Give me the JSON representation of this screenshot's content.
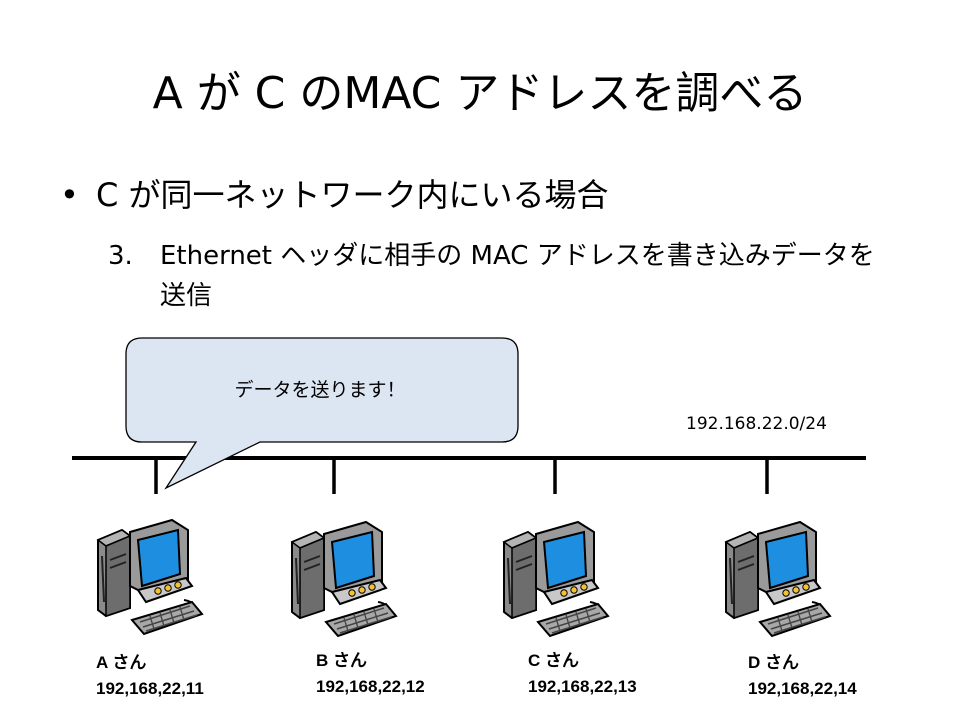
{
  "slide": {
    "title": "A が C のMAC アドレスを調べる",
    "bullet_marker": "•",
    "bullet": "C が同一ネットワーク内にいる場合",
    "sub_number": "3.",
    "sub_text": "Ethernet  ヘッダに相手の MAC アドレスを書き込みデータを送信"
  },
  "network": {
    "address": "192.168.22.0/24"
  },
  "speech_bubble": {
    "text": "データを送ります！"
  },
  "hosts": [
    {
      "name": "A さん",
      "ip": "192,168,22,11"
    },
    {
      "name": "B さん",
      "ip": "192,168,22,12"
    },
    {
      "name": "C さん",
      "ip": "192,168,22,13"
    },
    {
      "name": "D さん",
      "ip": "192,168,22,14"
    }
  ],
  "colors": {
    "bubble_fill": "#dce6f2",
    "bubble_stroke": "#000000",
    "monitor_screen": "#1e8fe0",
    "computer_body": "#8a8a8a",
    "line": "#000000"
  },
  "icons": {
    "computer": "desktop-computer-icon"
  }
}
